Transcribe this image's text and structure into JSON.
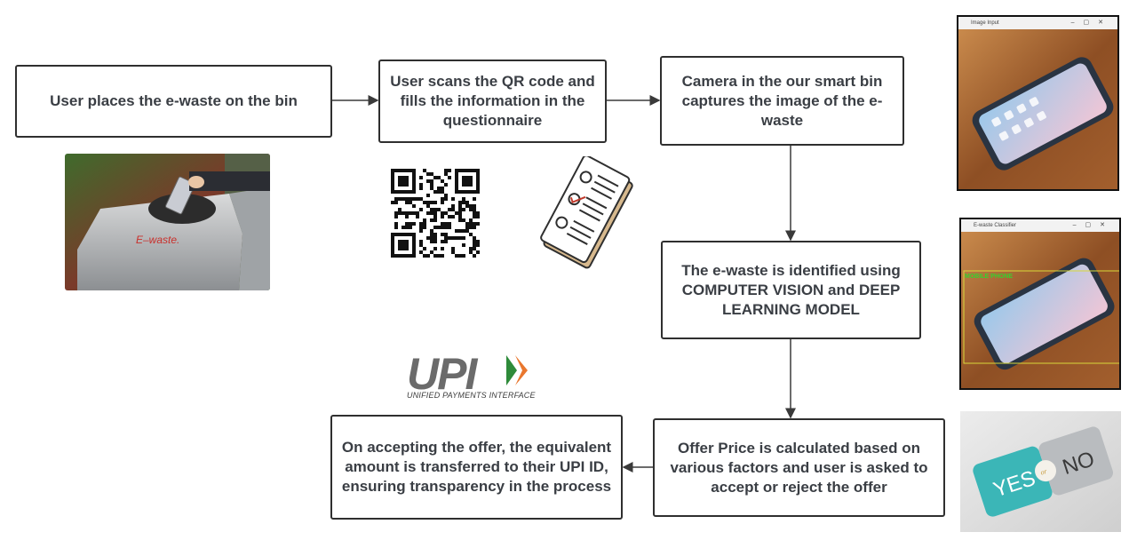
{
  "steps": {
    "place": "User places the e-waste on the bin",
    "scan": "User scans the QR code and fills the information in the questionnaire",
    "camera": "Camera in the our smart bin captures the image of the e-waste",
    "identify": "The e-waste is identified using COMPUTER VISION and DEEP LEARNING MODEL",
    "offer": "Offer Price is calculated based on various factors and user is asked to accept or reject the offer",
    "transfer": "On accepting the offer, the equivalent amount is transferred to their UPI ID, ensuring transparency in the process"
  },
  "bin_photo": {
    "label": "E–waste."
  },
  "upi_logo": {
    "word": "UPI",
    "tagline": "UNIFIED PAYMENTS INTERFACE"
  },
  "capture_window": {
    "title": "Image Input"
  },
  "classifier_window": {
    "title": "E-waste Classifier",
    "detection_label": "MOBILE PHONE"
  },
  "yes_no_card": {
    "yes": "YES",
    "or": "or",
    "no": "NO"
  },
  "colors": {
    "stroke": "#2f2f2f",
    "upi_orange": "#e9772e",
    "upi_green": "#2e8b3a",
    "detect_green": "#35d22e",
    "card_teal": "#3bb6b7"
  }
}
